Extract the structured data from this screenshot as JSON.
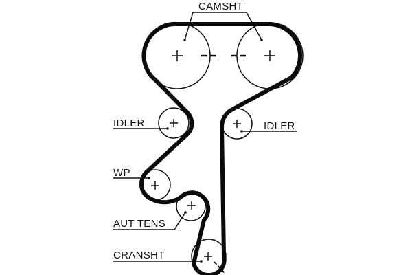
{
  "diagram": {
    "type": "timing-belt-routing",
    "colors": {
      "belt": "#0a0a0a",
      "line": "#111111",
      "background": "#ffffff"
    },
    "components": [
      {
        "id": "camshaft",
        "label": "CAMSHT",
        "count": 2
      },
      {
        "id": "idler-left",
        "label": "IDLER"
      },
      {
        "id": "idler-right",
        "label": "IDLER"
      },
      {
        "id": "water-pump",
        "label": "WP"
      },
      {
        "id": "auto-tensioner",
        "label": "AUT TENS"
      },
      {
        "id": "crankshaft",
        "label": "CRANSHT"
      }
    ]
  },
  "labels": {
    "camshaft": "CAMSHT",
    "idler_left": "IDLER",
    "idler_right": "IDLER",
    "water_pump": "WP",
    "auto_tensioner": "AUT TENS",
    "crankshaft": "CRANSHT"
  }
}
